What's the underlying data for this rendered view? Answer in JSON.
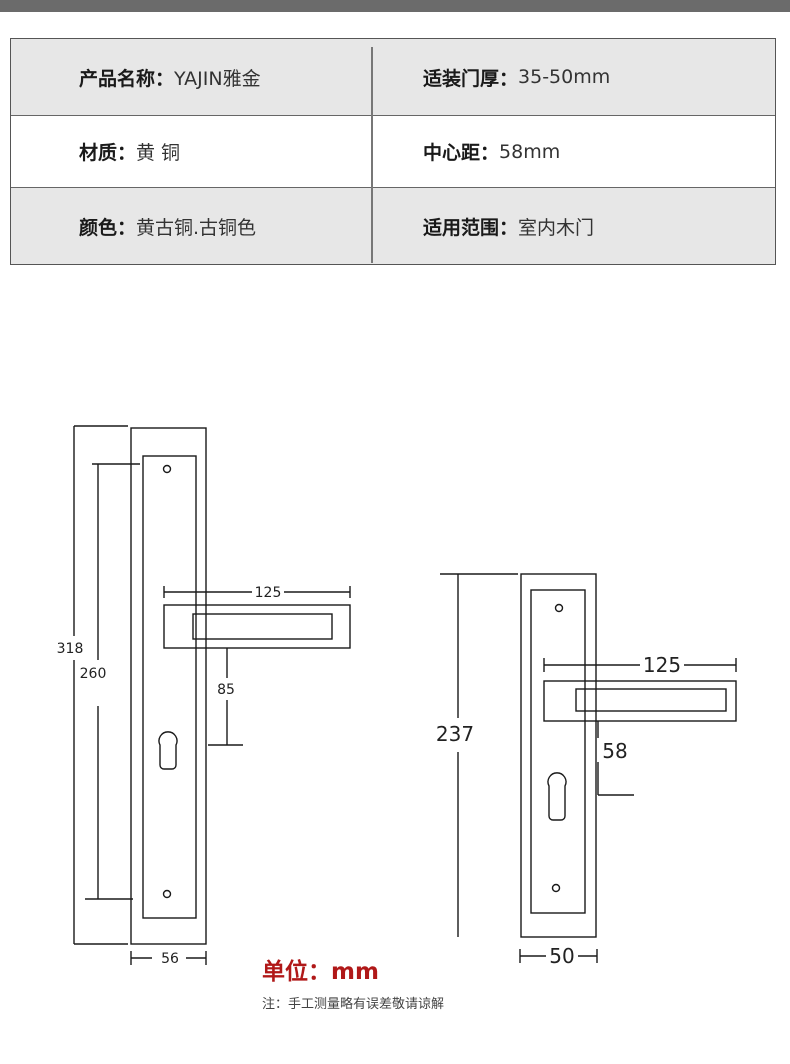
{
  "spec_table": {
    "rows": [
      {
        "left_label": "产品名称：",
        "left_value": "YAJIN雅金",
        "right_label": "适装门厚：",
        "right_value": "35-50mm"
      },
      {
        "left_label": "材质：",
        "left_value": "黄 铜",
        "right_label": "中心距：",
        "right_value": "58mm"
      },
      {
        "left_label": "颜色：",
        "left_value": "黄古铜.古铜色",
        "right_label": "适用范围：",
        "right_value": "室内木门"
      }
    ]
  },
  "diagram": {
    "long_plate": {
      "overall_height": "318",
      "hole_spacing": "260",
      "handle_length": "125",
      "handle_to_keyhole": "85",
      "width": "56"
    },
    "short_plate": {
      "overall_height": "237",
      "handle_length": "125",
      "handle_to_keyhole": "58",
      "width": "50"
    }
  },
  "unit_note": "单位：mm",
  "footnote": "注：手工测量略有误差敬请谅解"
}
